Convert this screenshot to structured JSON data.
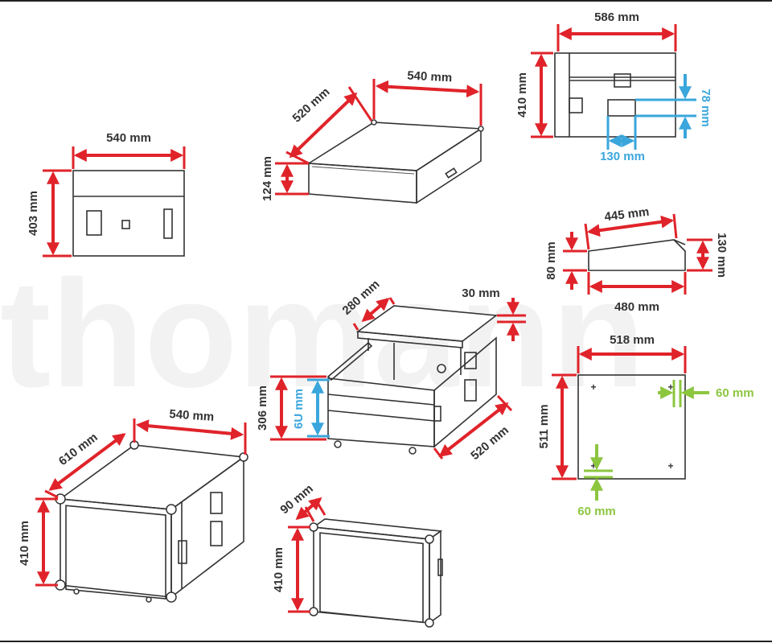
{
  "watermark": "thomann",
  "colors": {
    "dimension_main": "#e0232a",
    "dimension_inner": "#3aa6dc",
    "dimension_hole": "#8cc63f",
    "outline": "#333333"
  },
  "views": {
    "front_closed": {
      "width": "540 mm",
      "height": "403 mm"
    },
    "lid_top": {
      "width": "540 mm",
      "depth": "520 mm",
      "height": "124 mm"
    },
    "side": {
      "width": "586 mm",
      "height": "410 mm",
      "handle_height": "78 mm",
      "handle_width": "130 mm"
    },
    "wedge": {
      "top": "445 mm",
      "bottom": "480 mm",
      "left": "80 mm",
      "right": "130 mm"
    },
    "open_case": {
      "top_depth": "280 mm",
      "top_thickness": "30 mm",
      "height": "306 mm",
      "rack": "6U mm",
      "depth": "520 mm"
    },
    "panel": {
      "width": "518 mm",
      "height": "511 mm",
      "inset_right": "60 mm",
      "inset_bottom": "60 mm"
    },
    "rack_case": {
      "depth": "610 mm",
      "width": "540 mm",
      "height": "410 mm"
    },
    "front_lid": {
      "depth": "90 mm",
      "height": "410 mm"
    }
  }
}
